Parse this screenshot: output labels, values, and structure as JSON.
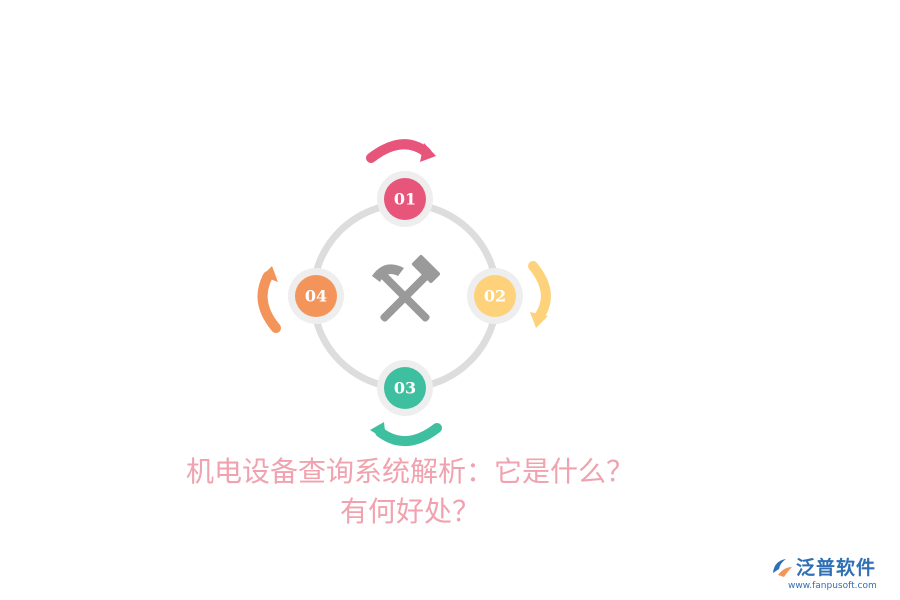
{
  "diagram": {
    "steps": [
      {
        "label": "01",
        "color": "#e8557a"
      },
      {
        "label": "02",
        "color": "#fdd27a"
      },
      {
        "label": "03",
        "color": "#3dbfa0"
      },
      {
        "label": "04",
        "color": "#f3955a"
      }
    ],
    "ring_color": "#dddddd",
    "center_icon": "hammer-and-pick-icon",
    "arrow_icons": [
      "curved-arrow-right-icon",
      "curved-arrow-down-icon",
      "curved-arrow-left-icon",
      "curved-arrow-up-icon"
    ]
  },
  "title": {
    "line1": "机电设备查询系统解析：它是什么？",
    "line2": "有何好处？",
    "color": "#f0a2ae"
  },
  "logo": {
    "text": "泛普软件",
    "url": "www.fanpusoft.com",
    "icon": "fanpu-logo-icon",
    "color": "#2f6fb5"
  }
}
